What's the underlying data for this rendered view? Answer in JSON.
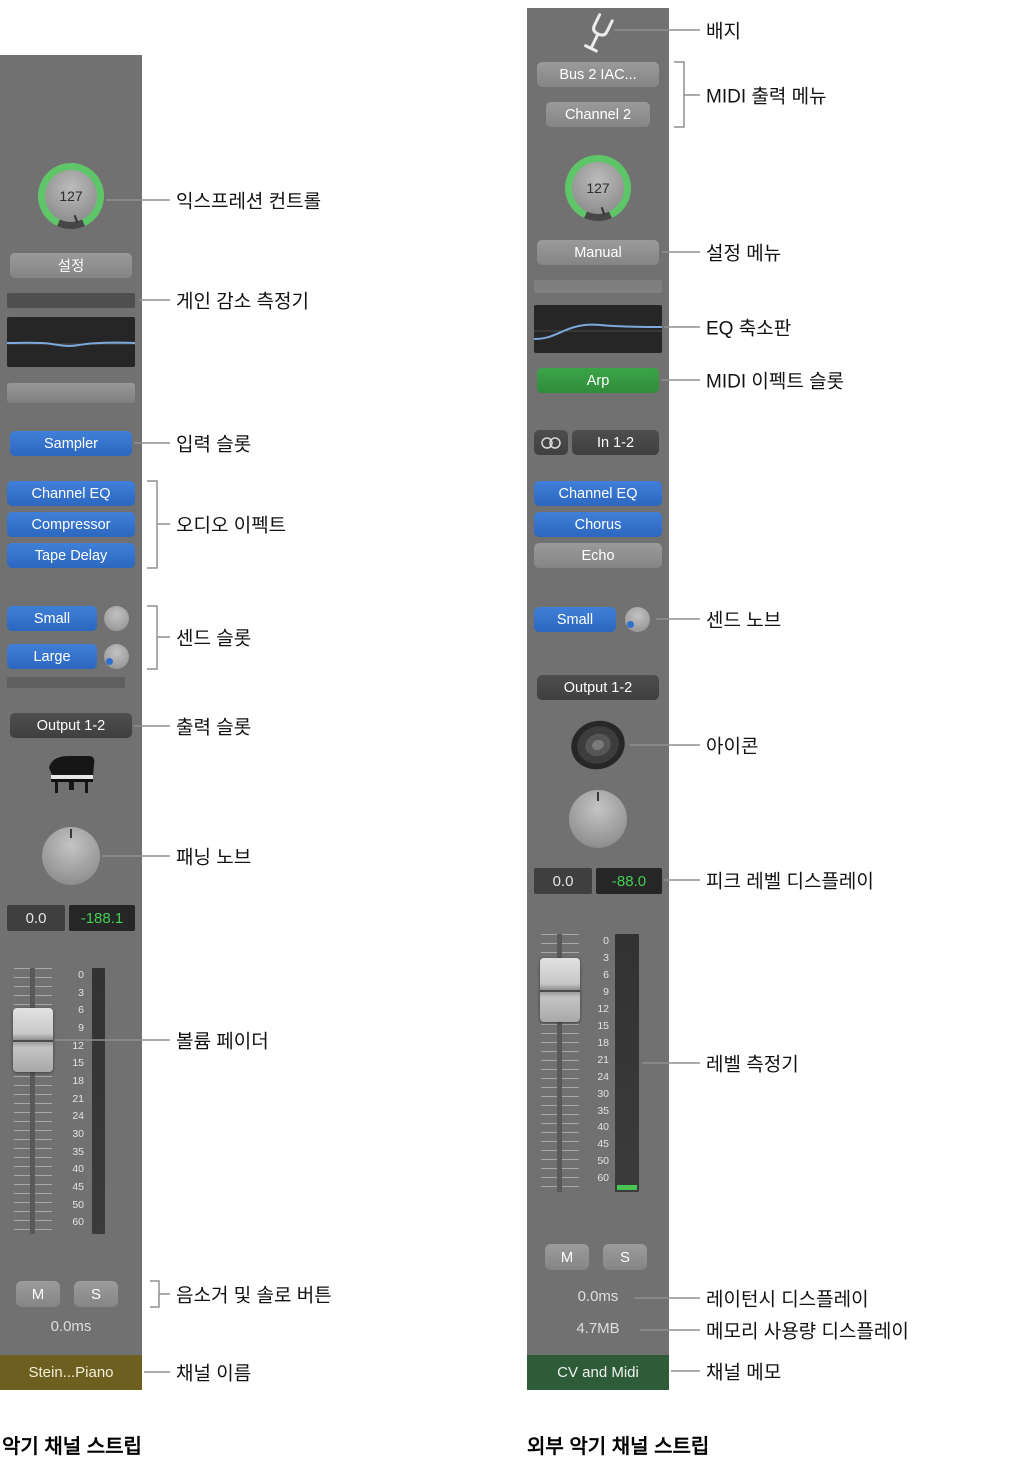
{
  "colors": {
    "strip_bg": "#717171",
    "slot_blue": "#2f6fc9",
    "slot_green": "#33953e",
    "knob_ring_green": "#5ec568",
    "peak_text_green": "#43cf55",
    "channel_name_bg": "#6c5f20",
    "channel_memo_bg": "#2e5c38"
  },
  "left_strip": {
    "expression_value": "127",
    "settings_label": "설정",
    "input_slot_label": "Sampler",
    "audio_effects": [
      "Channel EQ",
      "Compressor",
      "Tape Delay"
    ],
    "sends": [
      "Small",
      "Large"
    ],
    "output_slot_label": "Output 1-2",
    "pan_display": "0.0",
    "peak_display": "-188.1",
    "mute_label": "M",
    "solo_label": "S",
    "latency_display": "0.0ms",
    "channel_name": "Stein...Piano",
    "fader_scale": [
      "0",
      "3",
      "6",
      "9",
      "12",
      "15",
      "18",
      "21",
      "24",
      "30",
      "35",
      "40",
      "45",
      "50",
      "60"
    ]
  },
  "right_strip": {
    "midi_out_port": "Bus 2 IAC...",
    "midi_out_channel": "Channel 2",
    "expression_value": "127",
    "settings_label": "Manual",
    "midi_effect_slot": "Arp",
    "input_slot_label": "In 1-2",
    "audio_effects": [
      "Channel EQ",
      "Chorus",
      "Echo"
    ],
    "send": "Small",
    "output_slot_label": "Output 1-2",
    "pan_display": "0.0",
    "peak_display": "-88.0",
    "mute_label": "M",
    "solo_label": "S",
    "latency_display": "0.0ms",
    "memory_display": "4.7MB",
    "channel_memo": "CV and Midi",
    "fader_scale": [
      "0",
      "3",
      "6",
      "9",
      "12",
      "15",
      "18",
      "21",
      "24",
      "30",
      "35",
      "40",
      "45",
      "50",
      "60"
    ]
  },
  "annotations_left": [
    {
      "label": "익스프레션 컨트롤"
    },
    {
      "label": "게인 감소 측정기"
    },
    {
      "label": "입력 슬롯"
    },
    {
      "label": "오디오 이펙트"
    },
    {
      "label": "센드 슬롯"
    },
    {
      "label": "출력 슬롯"
    },
    {
      "label": "패닝 노브"
    },
    {
      "label": "볼륨 페이더"
    },
    {
      "label": "음소거 및 솔로 버튼"
    },
    {
      "label": "채널 이름"
    }
  ],
  "annotations_right": [
    {
      "label": "배지"
    },
    {
      "label": "MIDI 출력 메뉴"
    },
    {
      "label": "설정 메뉴"
    },
    {
      "label": "EQ 축소판"
    },
    {
      "label": "MIDI 이펙트 슬롯"
    },
    {
      "label": "센드 노브"
    },
    {
      "label": "아이콘"
    },
    {
      "label": "피크 레벨 디스플레이"
    },
    {
      "label": "레벨 측정기"
    },
    {
      "label": "레이턴시 디스플레이"
    },
    {
      "label": "메모리 사용량 디스플레이"
    },
    {
      "label": "채널 메모"
    }
  ],
  "captions": {
    "left": "악기 채널 스트립",
    "right": "외부 악기 채널 스트립"
  }
}
